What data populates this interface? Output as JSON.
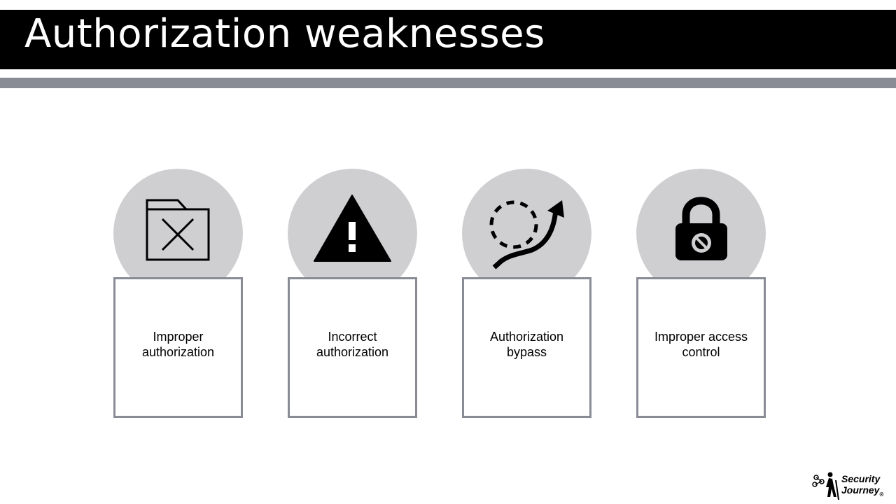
{
  "slide": {
    "title": "Authorization weaknesses"
  },
  "cards": [
    {
      "label": "Improper\nauthorization",
      "icon": "folder-x-icon"
    },
    {
      "label": "Incorrect\nauthorization",
      "icon": "warning-triangle-icon"
    },
    {
      "label": "Authorization\nbypass",
      "icon": "bypass-arrow-icon"
    },
    {
      "label": "Improper access\ncontrol",
      "icon": "lock-blocked-icon"
    }
  ],
  "logo": {
    "line1": "Security",
    "line2": "Journey",
    "reg": "®"
  },
  "colors": {
    "title_bar": "#000000",
    "rule": "#8a8c95",
    "circle": "#cfcfd2",
    "box_border": "#8a8c95"
  }
}
